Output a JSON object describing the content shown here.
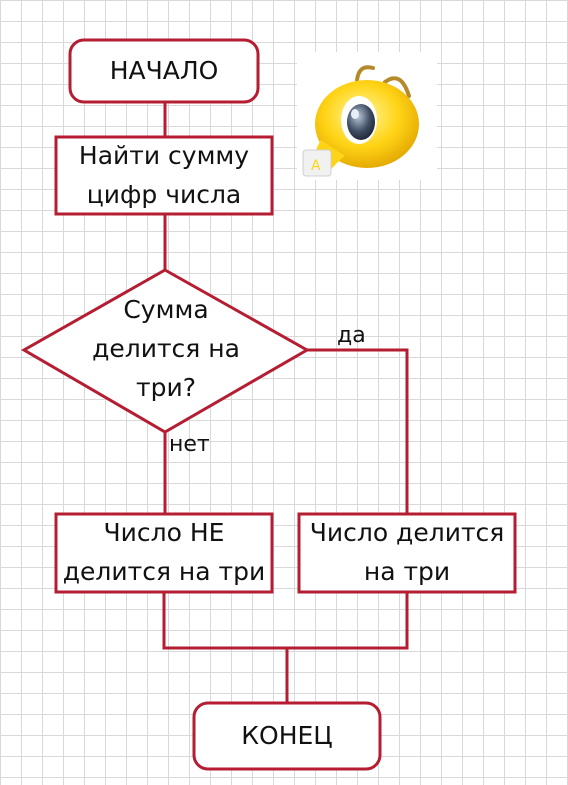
{
  "nodes": {
    "start": "НАЧАЛО",
    "sum_digits": "Найти сумму цифр числа",
    "decision": "Сумма делится на три?",
    "not_divisible": "Число НЕ делится на три",
    "divisible": "Число делится на три",
    "end": "КОНЕЦ"
  },
  "edges": {
    "yes": "да",
    "no": "нет"
  },
  "colors": {
    "stroke": "#b51d32",
    "text": "#111111",
    "grid": "#d9d9d9"
  },
  "logo": {
    "icon": "yellow-ant-mascot-icon",
    "badge_letter": "A"
  }
}
